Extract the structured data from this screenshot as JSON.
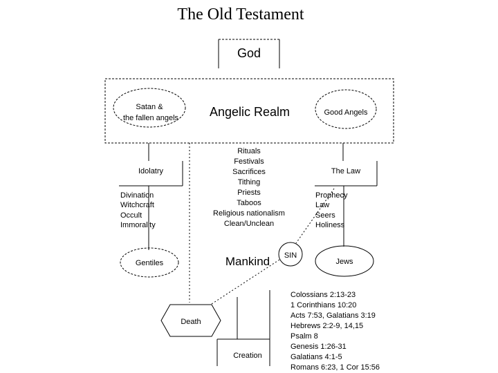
{
  "title": "The Old Testament",
  "nodes": {
    "god": "God",
    "angelic_realm": "Angelic Realm",
    "satan_line1": "Satan &",
    "satan_line2": "the fallen angels",
    "good_angels": "Good Angels",
    "idolatry": "Idolatry",
    "the_law": "The Law",
    "gentiles": "Gentiles",
    "jews": "Jews",
    "mankind": "Mankind",
    "sin": "SIN",
    "death": "Death",
    "creation": "Creation"
  },
  "idolatry_list": [
    "Divination",
    "Witchcraft",
    "Occult",
    "Immorality"
  ],
  "law_list": [
    "Prophecy",
    "Law",
    "Seers",
    "Holiness"
  ],
  "rituals_list": [
    "Rituals",
    "Festivals",
    "Sacrifices",
    "Tithing",
    "Priests",
    "Taboos",
    "Religious nationalism",
    "Clean/Unclean"
  ],
  "references": [
    "Colossians 2:13-23",
    "1 Corinthians 10:20",
    "Acts 7:53, Galatians 3:19",
    "Hebrews 2:2-9, 14,15",
    "Psalm 8",
    "Genesis 1:26-31",
    "Galatians 4:1-5",
    "Romans 6:23, 1 Cor 15:56"
  ]
}
